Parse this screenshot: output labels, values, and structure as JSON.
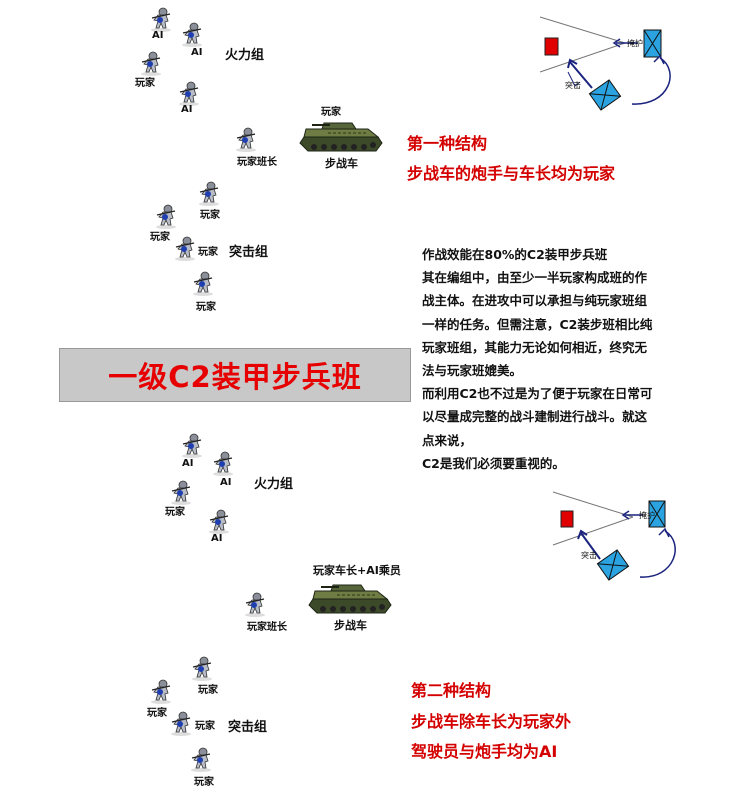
{
  "top": {
    "fire_team": {
      "name": "火力组",
      "members": [
        "AI",
        "AI",
        "玩家",
        "AI"
      ]
    },
    "squad_leader": "玩家班长",
    "vehicle_crew": "玩家",
    "vehicle": "步战车",
    "assault_team": {
      "name": "突击组",
      "members": [
        "玩家",
        "玩家",
        "玩家",
        "玩家"
      ]
    },
    "structure": {
      "title": "第一种结构",
      "desc": "步战车的炮手与车长均为玩家"
    },
    "tactic": {
      "cover": "掩护",
      "assault": "突击"
    }
  },
  "banner": "一级C2装甲步兵班",
  "paragraph": [
    "作战效能在80%的C2装甲步兵班",
    "其在编组中，由至少一半玩家构成班的作",
    "战主体。在进攻中可以承担与纯玩家班组",
    "一样的任务。但需注意，C2装步班相比纯",
    "玩家班组，其能力无论如何相近，终究无",
    "法与玩家班媲美。",
    "而利用C2也不过是为了便于玩家在日常可",
    "以尽量成完整的战斗建制进行战斗。就这",
    "点来说，",
    "C2是我们必须要重视的。"
  ],
  "bottom": {
    "fire_team": {
      "name": "火力组",
      "members": [
        "AI",
        "AI",
        "玩家",
        "AI"
      ]
    },
    "squad_leader": "玩家班长",
    "vehicle_crew": "玩家车长+AI乘员",
    "vehicle": "步战车",
    "assault_team": {
      "name": "突击组",
      "members": [
        "玩家",
        "玩家",
        "玩家",
        "玩家"
      ]
    },
    "structure": {
      "title": "第二种结构",
      "line1": "步战车除车长为玩家外",
      "line2": "驾驶员与炮手均为AI"
    },
    "tactic": {
      "cover": "掩护",
      "assault": "突击"
    }
  },
  "colors": {
    "accent_red": "#d40000",
    "banner_bg": "#c8c8c8",
    "friendly_blue": "#2aa3e0",
    "enemy_red": "#e00000"
  },
  "icons": {
    "soldier": "soldier-icon",
    "vehicle": "ifv-tank-icon"
  }
}
